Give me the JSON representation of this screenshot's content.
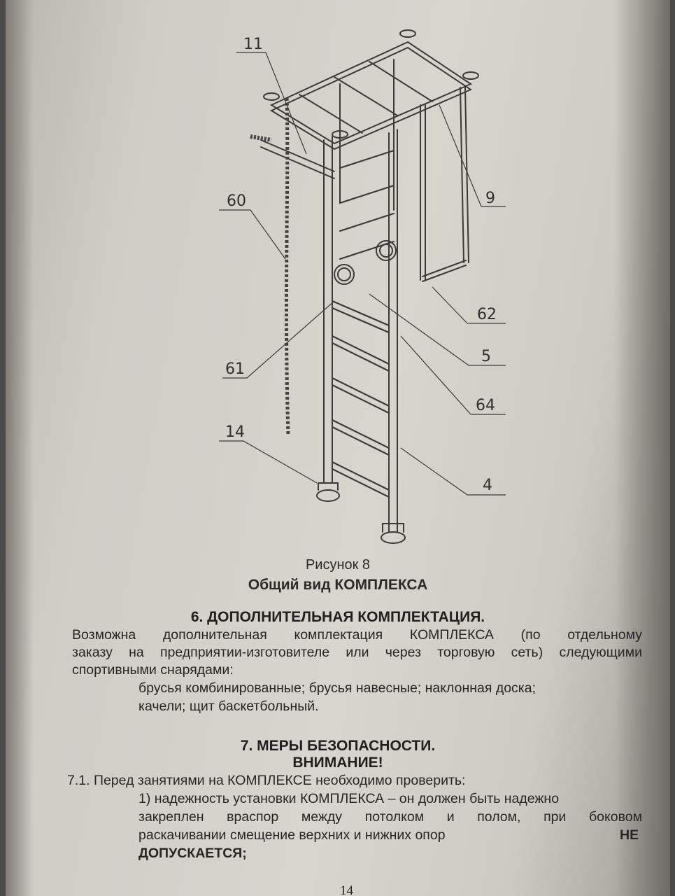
{
  "figure": {
    "callouts": [
      "11",
      "60",
      "9",
      "62",
      "61",
      "5",
      "64",
      "14",
      "4"
    ]
  },
  "caption": {
    "number": "Рисунок  8",
    "title": "Общий вид КОМПЛЕКСА"
  },
  "section6": {
    "heading": "6. ДОПОЛНИТЕЛЬНАЯ КОМПЛЕКТАЦИЯ.",
    "lines": [
      "Возможна   дополнительная   комплектация   КОМПЛЕКСА  (по  отдельному",
      "заказу на предприятии-изготовителе или через торговую сеть)  следующими",
      "спортивными снарядами:",
      "брусья комбинированные; брусья навесные; наклонная доска;",
      "качели; щит баскетбольный."
    ]
  },
  "section7": {
    "heading": "7. МЕРЫ БЕЗОПАСНОСТИ.",
    "subheading": "ВНИМАНИЕ!",
    "lines": [
      "7.1. Перед занятиями на КОМПЛЕКСЕ необходимо проверить:",
      "1) надежность установки КОМПЛЕКСА – он должен быть надежно",
      "закреплен  враспор  между  потолком  и  полом,  при  боковом",
      "раскачивании    смещение    верхних    и    нижних    опор",
      "НЕ",
      "ДОПУСКАЕТСЯ;"
    ]
  },
  "page_number": "14"
}
